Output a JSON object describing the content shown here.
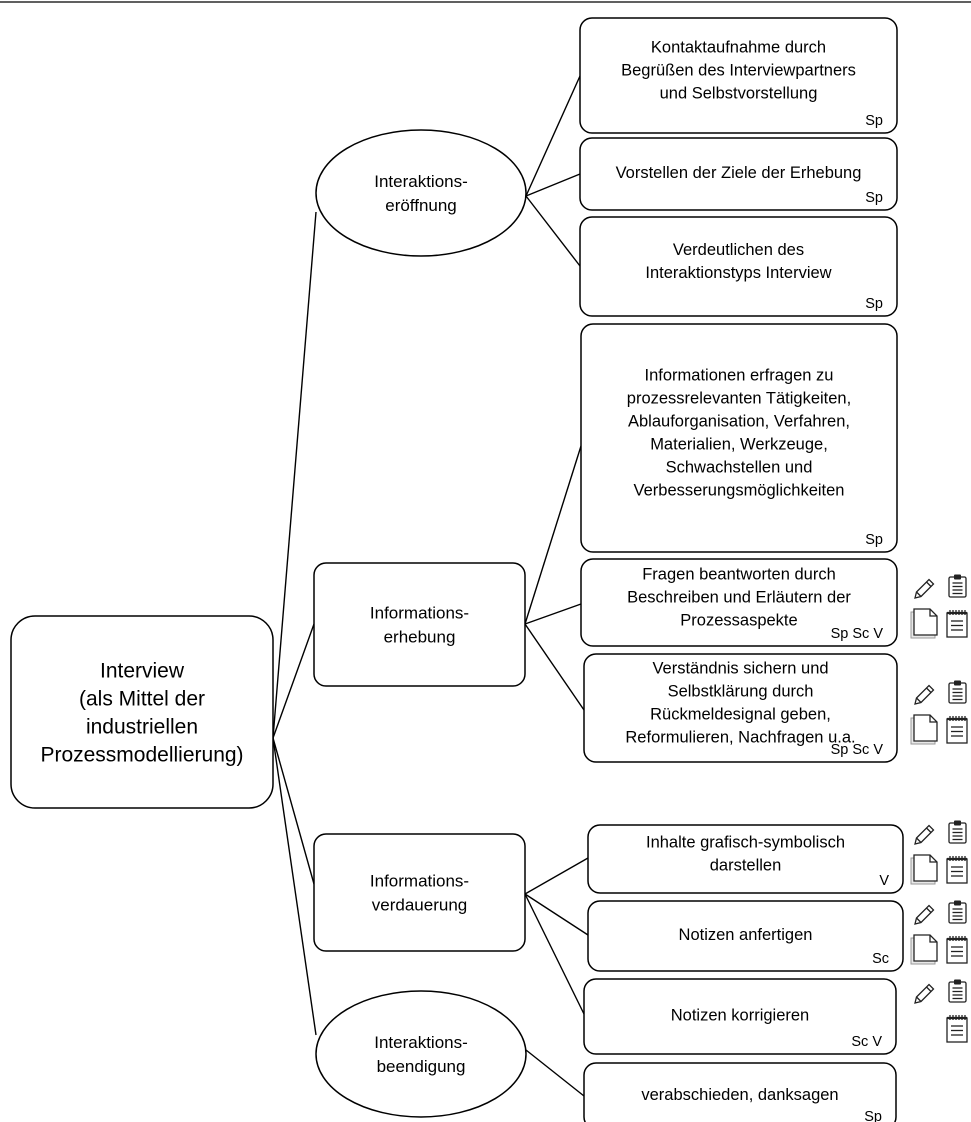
{
  "diagram": {
    "root": {
      "lines": [
        "Interview",
        "(als Mittel der",
        "industriellen",
        "Prozessmodellierung)"
      ]
    },
    "phases": [
      {
        "id": "eroeffnung",
        "lines": [
          "Interaktions-",
          "eröffnung"
        ],
        "shape": "ellipse"
      },
      {
        "id": "erhebung",
        "lines": [
          "Informations-",
          "erhebung"
        ],
        "shape": "rect"
      },
      {
        "id": "verdauerung",
        "lines": [
          "Informations-",
          "verdauerung"
        ],
        "shape": "rect"
      },
      {
        "id": "beendigung",
        "lines": [
          "Interaktions-",
          "beendigung"
        ],
        "shape": "ellipse"
      }
    ],
    "steps": [
      {
        "phase": "eroeffnung",
        "lines": [
          "Kontaktaufnahme durch",
          "Begrüßen des Interviewpartners",
          "und Selbstvorstellung"
        ],
        "tag": "Sp",
        "icons": []
      },
      {
        "phase": "eroeffnung",
        "lines": [
          "Vorstellen der Ziele der Erhebung"
        ],
        "tag": "Sp",
        "icons": []
      },
      {
        "phase": "eroeffnung",
        "lines": [
          "Verdeutlichen des",
          "Interaktionstyps Interview"
        ],
        "tag": "Sp",
        "icons": []
      },
      {
        "phase": "erhebung",
        "lines": [
          "Informationen erfragen zu",
          "prozessrelevanten Tätigkeiten,",
          "Ablauforganisation, Verfahren,",
          "Materialien, Werkzeuge,",
          "Schwachstellen und",
          "Verbesserungsmöglichkeiten"
        ],
        "tag": "Sp",
        "icons": []
      },
      {
        "phase": "erhebung",
        "lines": [
          "Fragen beantworten durch",
          "Beschreiben und Erläutern der",
          "Prozessaspekte"
        ],
        "tag": "Sp Sc V",
        "icons": [
          "pencil-icon",
          "clipboard-icon",
          "pages-icon",
          "notepad-icon"
        ]
      },
      {
        "phase": "erhebung",
        "lines": [
          "Verständnis sichern und",
          "Selbstklärung durch",
          "Rückmeldesignal geben,",
          "Reformulieren, Nachfragen u.a."
        ],
        "tag": "Sp Sc V",
        "icons": [
          "pencil-icon",
          "clipboard-icon",
          "pages-icon",
          "notepad-icon"
        ]
      },
      {
        "phase": "verdauerung",
        "lines": [
          "Inhalte grafisch-symbolisch",
          "darstellen"
        ],
        "tag": "V",
        "icons": [
          "pencil-icon",
          "clipboard-icon",
          "pages-icon",
          "notepad-icon"
        ]
      },
      {
        "phase": "verdauerung",
        "lines": [
          "Notizen anfertigen"
        ],
        "tag": "Sc",
        "icons": [
          "pencil-icon",
          "clipboard-icon",
          "pages-icon",
          "notepad-icon"
        ]
      },
      {
        "phase": "verdauerung",
        "lines": [
          "Notizen korrigieren"
        ],
        "tag": "Sc V",
        "icons": [
          "pencil-icon",
          "clipboard-icon",
          "notepad-icon"
        ]
      },
      {
        "phase": "beendigung",
        "lines": [
          "verabschieden, danksagen"
        ],
        "tag": "Sp",
        "icons": []
      }
    ]
  }
}
